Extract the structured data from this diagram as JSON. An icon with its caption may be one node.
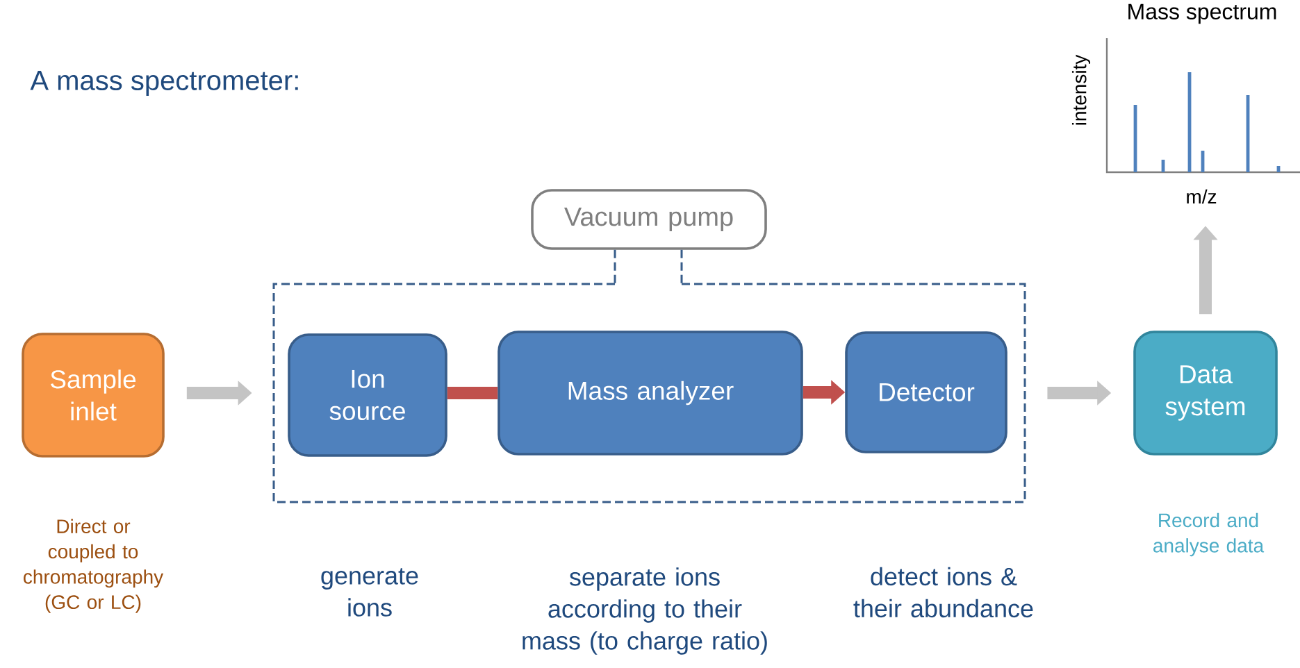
{
  "diagram": {
    "title": "A mass spectrometer:",
    "nodes": [
      {
        "text": [
          "Sample inlet"
        ],
        "beside": [
          "Direct or coupled to chromatography (GC or LC)"
        ]
      },
      {
        "text": [],
        "shape": "box"
      },
      {
        "text": [
          "Vacuum pump"
        ]
      },
      {
        "text": [
          "Ion source"
        ],
        "in": 1
      },
      {
        "text": [
          "Mass analyzer"
        ],
        "in": 1
      },
      {
        "text": [
          "Detector"
        ],
        "in": 1
      },
      {
        "text": [
          "Data system"
        ],
        "beside": [
          "Record and analyse data"
        ]
      },
      {
        "text": [
          "Mass spectrum",
          "intensity",
          "m/z"
        ]
      }
    ],
    "edges": [
      {
        "from": 0,
        "to": 1,
        "arrow": "to"
      },
      {
        "from": 2,
        "to": 1,
        "arrow": "none",
        "style": "dashed",
        "color": "#385d8a"
      },
      {
        "from": 3,
        "to": 4,
        "arrow": "none",
        "color": "#c0504d"
      },
      {
        "from": 4,
        "to": 5,
        "arrow": "to",
        "color": "#c0504d"
      },
      {
        "from": 1,
        "to": 6,
        "arrow": "to"
      },
      {
        "from": 6,
        "to": 7,
        "arrow": "to"
      }
    ],
    "labels": [
      "generate ions",
      "separate ions according to their mass (to charge ratio)",
      "detect ions & their abundance"
    ]
  }
}
